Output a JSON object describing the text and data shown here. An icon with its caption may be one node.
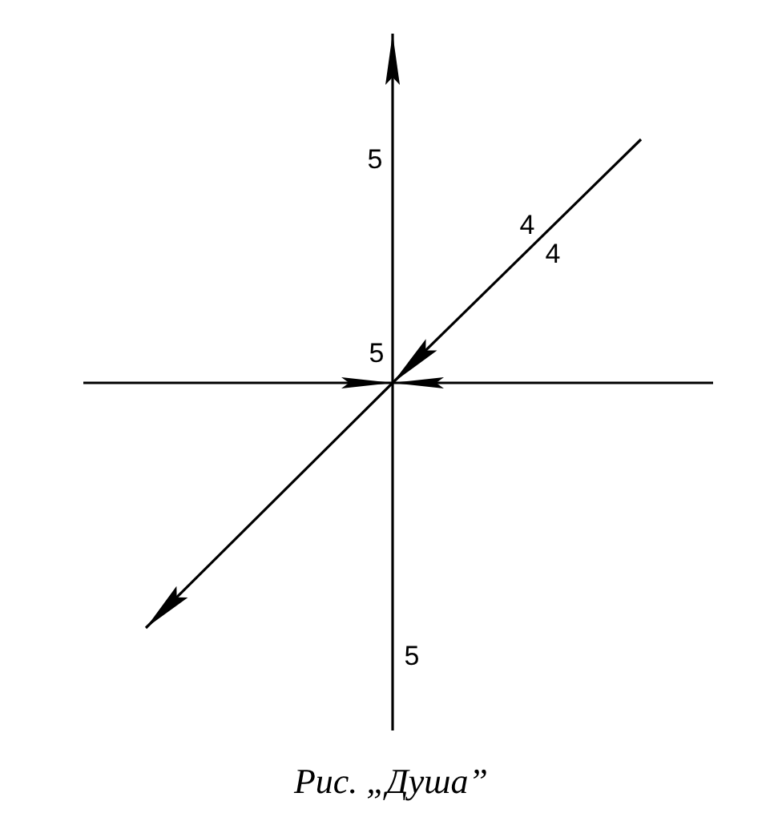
{
  "diagram": {
    "caption": "Рис. „Душа”",
    "labels": [
      "5",
      "4",
      "4",
      "5",
      "5"
    ]
  }
}
